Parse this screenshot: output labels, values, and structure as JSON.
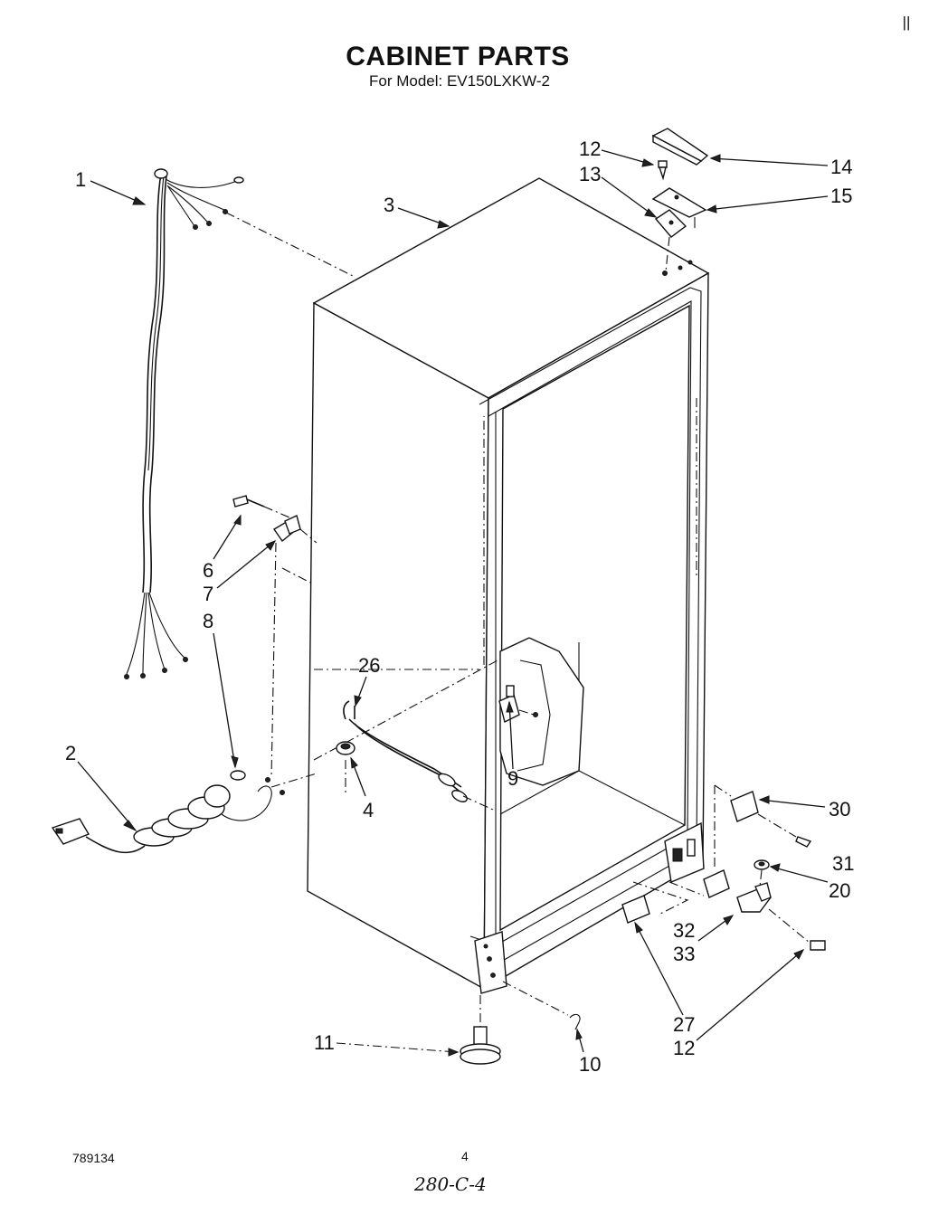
{
  "header": {
    "title": "CABINET PARTS",
    "subtitle": "For Model: EV150LXKW-2"
  },
  "corner_mark": "||",
  "callouts": {
    "c1": "1",
    "c2": "2",
    "c3": "3",
    "c4": "4",
    "c6": "6",
    "c7": "7",
    "c8": "8",
    "c9": "9",
    "c10": "10",
    "c11": "11",
    "c12a": "12",
    "c12b": "12",
    "c13": "13",
    "c14": "14",
    "c15": "15",
    "c20": "20",
    "c26": "26",
    "c27": "27",
    "c30": "30",
    "c31": "31",
    "c32": "32",
    "c33": "33"
  },
  "footer": {
    "doc_number": "789134",
    "page_number": "4",
    "handwritten": "280-C-4"
  }
}
